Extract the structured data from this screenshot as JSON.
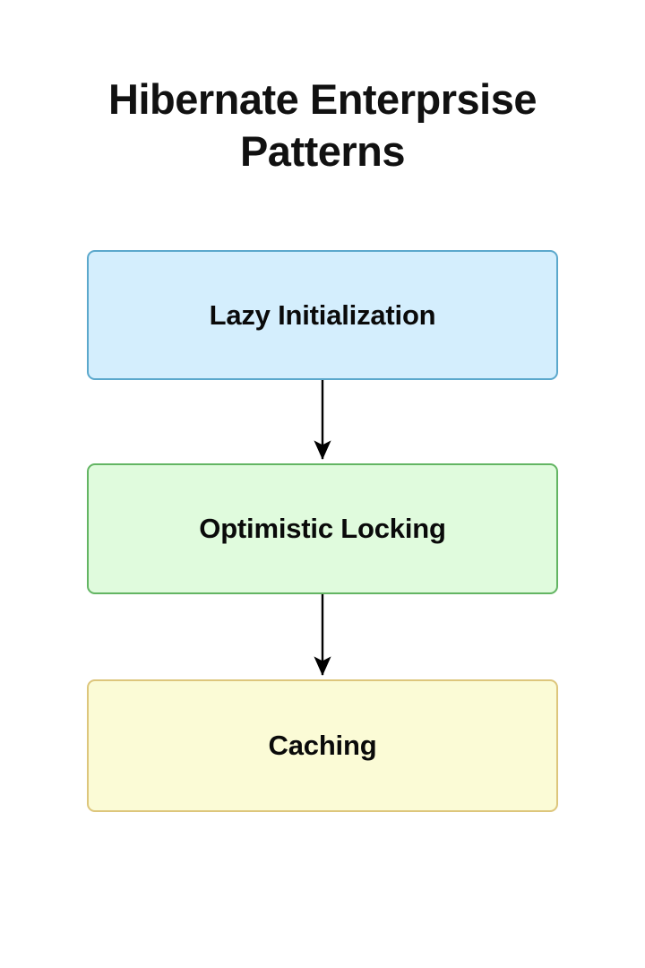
{
  "diagram": {
    "title": "Hibernate Enterprsise Patterns",
    "type": "flowchart",
    "orientation": "vertical-top-to-bottom",
    "background_color": "#ffffff",
    "nodes": [
      {
        "id": "node-0",
        "label": "Lazy Initialization",
        "fill_color": "#d4eefd",
        "border_color": "#5ba8cc",
        "text_color": "#0a0a0a"
      },
      {
        "id": "node-1",
        "label": "Optimistic Locking",
        "fill_color": "#e0fbdd",
        "border_color": "#63b563",
        "text_color": "#0a0a0a"
      },
      {
        "id": "node-2",
        "label": "Caching",
        "fill_color": "#fbfbd6",
        "border_color": "#ddc67c",
        "text_color": "#0a0a0a"
      }
    ],
    "edges": [
      {
        "id": "edge-0",
        "from": "node-0",
        "to": "node-1",
        "label": "",
        "style": "solid",
        "arrowhead": "filled-triangle",
        "color": "#000000"
      },
      {
        "id": "edge-1",
        "from": "node-1",
        "to": "node-2",
        "label": "",
        "style": "solid",
        "arrowhead": "filled-triangle",
        "color": "#000000"
      }
    ]
  }
}
